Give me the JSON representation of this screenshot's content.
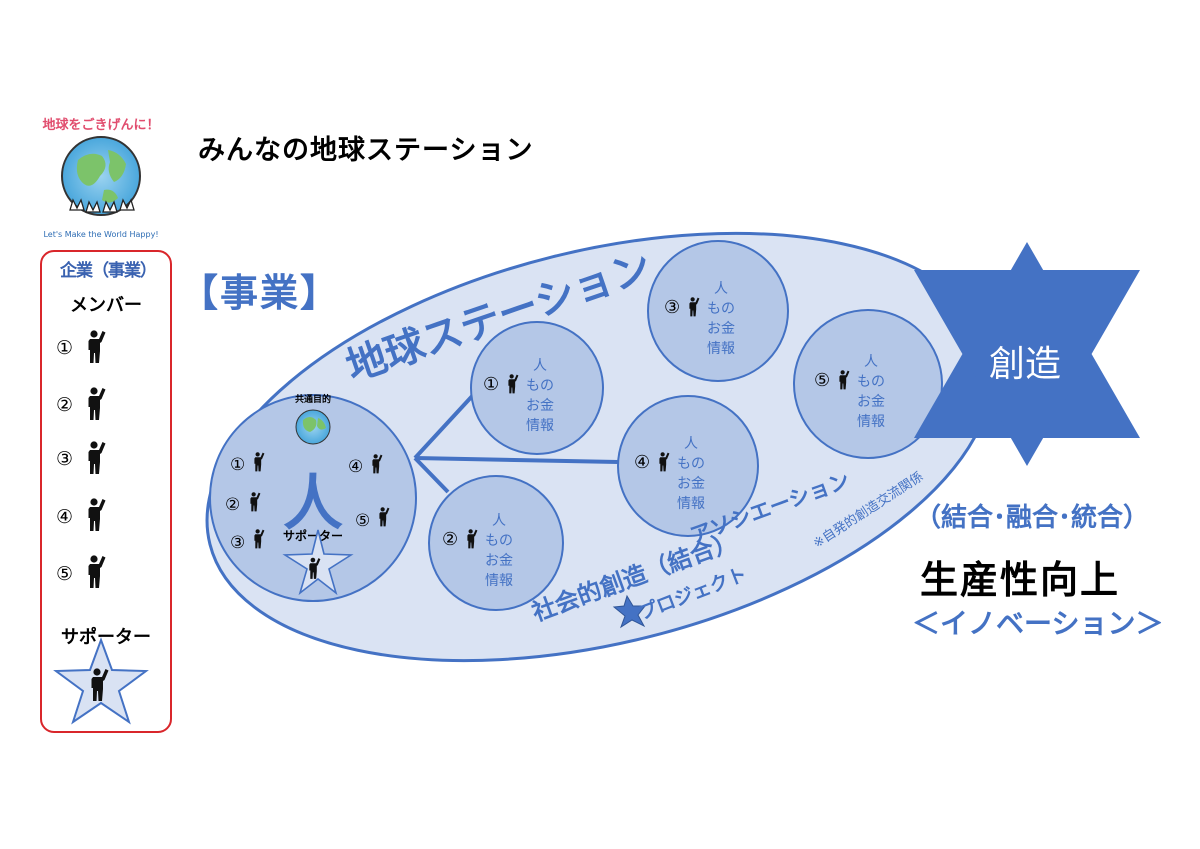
{
  "page_title": "みんなの地球ステーション",
  "logo": {
    "arc_text": "地球をごきげんに！",
    "tagline": "Let's Make the World Happy!"
  },
  "section_label": "【事業】",
  "left_panel": {
    "title": "企業（事業）",
    "subtitle": "メンバー",
    "members": [
      "①",
      "②",
      "③",
      "④",
      "⑤"
    ],
    "supporter_label": "サポーター"
  },
  "station": {
    "title": "地球ステーション",
    "hub": {
      "purpose_label": "共通目的",
      "center_char": "人",
      "supporter_label": "サポーター",
      "members": [
        "①",
        "②",
        "③",
        "④",
        "⑤"
      ]
    },
    "resource_lines": [
      "人",
      "もの",
      "お金",
      "情報"
    ],
    "nodes": [
      "①",
      "②",
      "③",
      "④",
      "⑤"
    ],
    "association_label": "アソシエーション",
    "association_note": "※自発的創造交流関係",
    "social_label": "社会的創造（結合）",
    "project_label": "プロジェクト"
  },
  "creation_label": "創造",
  "merge_label": "（結合･融合･統合）",
  "productivity_label": "生産性向上",
  "innovation_label": "＜イノベーション＞",
  "colors": {
    "accent_blue": "#4472c4",
    "circle_fill": "#b4c7e7",
    "ellipse_fill": "#dae3f3",
    "panel_border": "#d9262b",
    "star_fill": "#d9e2f3"
  }
}
